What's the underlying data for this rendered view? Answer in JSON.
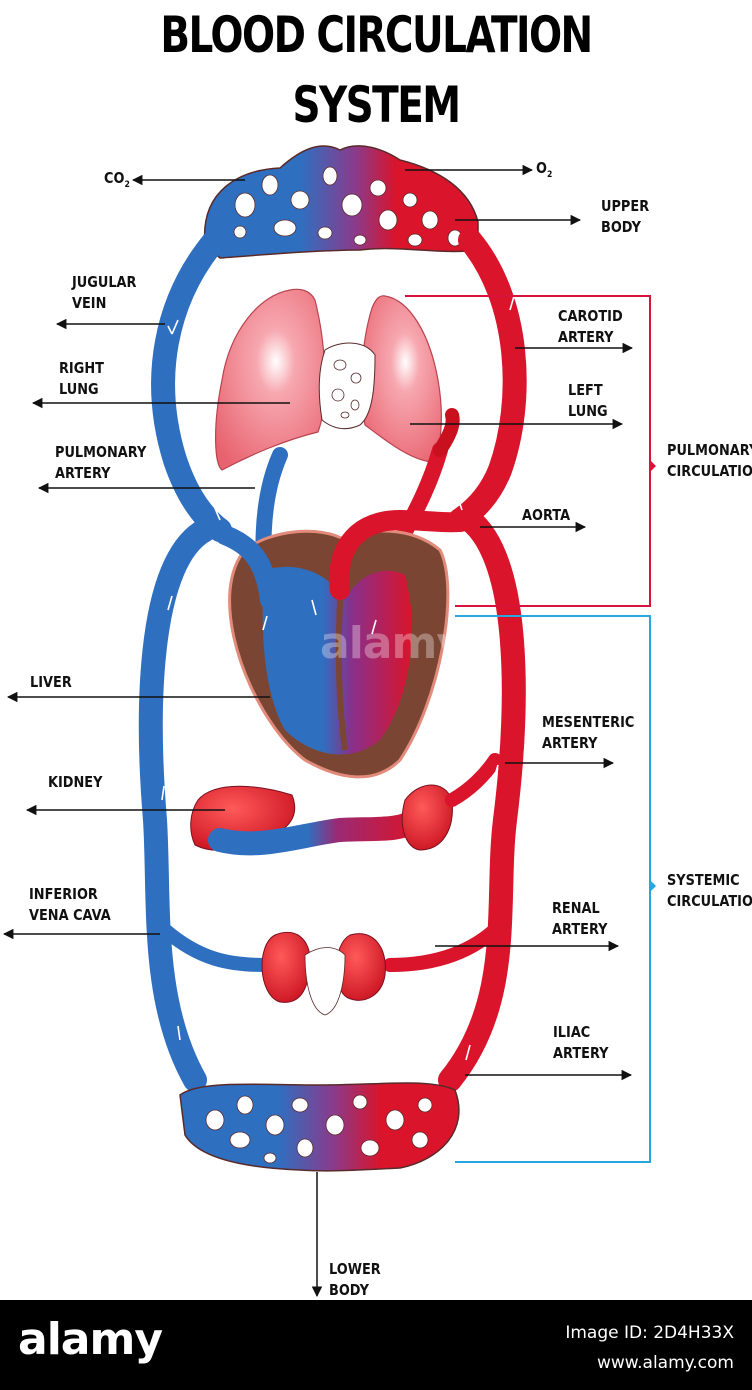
{
  "title": "BLOOD CIRCULATION SYSTEM",
  "labels": {
    "co2": "CO",
    "co2_sub": "2",
    "o2": "O",
    "o2_sub": "2",
    "upper_body_1": "UPPER",
    "upper_body_2": "BODY",
    "jugular_1": "JUGULAR",
    "jugular_2": "VEIN",
    "carotid_1": "CAROTID",
    "carotid_2": "ARTERY",
    "right_lung_1": "RIGHT",
    "right_lung_2": "LUNG",
    "left_lung_1": "LEFT",
    "left_lung_2": "LUNG",
    "pulmonary_artery_1": "PULMONARY",
    "pulmonary_artery_2": "ARTERY",
    "aorta": "AORTA",
    "pulmonary_circ_1": "PULMONARY",
    "pulmonary_circ_2": "CIRCULATION",
    "liver": "LIVER",
    "mesenteric_1": "MESENTERIC",
    "mesenteric_2": "ARTERY",
    "kidney": "KIDNEY",
    "systemic_circ_1": "SYSTEMIC",
    "systemic_circ_2": "CIRCULATION",
    "ivc_1": "INFERIOR",
    "ivc_2": "VENA CAVA",
    "renal_1": "RENAL",
    "renal_2": "ARTERY",
    "iliac_1": "ILIAC",
    "iliac_2": "ARTERY",
    "lower_body_1": "LOWER",
    "lower_body_2": "BODY"
  },
  "colors": {
    "vein_blue": "#2f6fc0",
    "artery_red": "#d9142b",
    "heart_brown": "#7a4633",
    "lung_pink": "#f07a86",
    "pulmonary_bracket": "#d9143a",
    "systemic_bracket": "#2aa6de"
  },
  "footer": {
    "logo": "alamy",
    "image_id": "Image ID: 2D4H33X",
    "site": "www.alamy.com"
  },
  "watermark": "alamy"
}
